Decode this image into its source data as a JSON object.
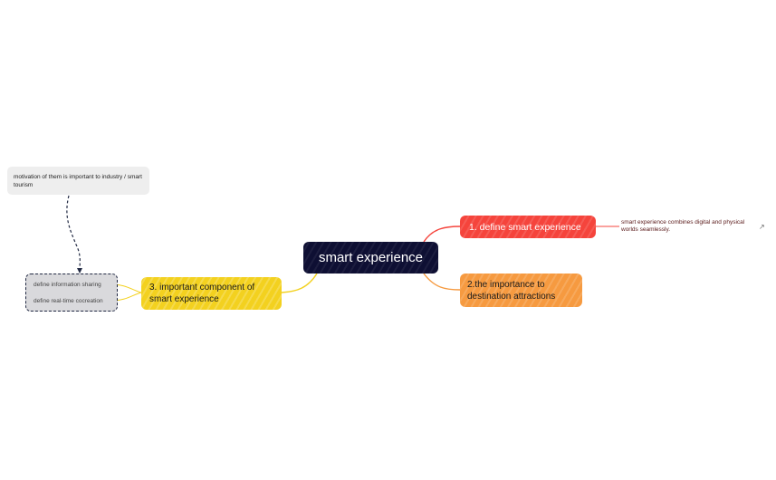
{
  "central": {
    "label": "smart experience"
  },
  "branches": [
    {
      "id": "b1",
      "label": "1. define smart experience",
      "color": "#f5443c",
      "detail": "smart experience combines digital and physical worlds seamlessly.",
      "detail_icon": "external-link-icon"
    },
    {
      "id": "b2",
      "label": "2.the importance to destination attractions",
      "color": "#f69a40"
    },
    {
      "id": "b3",
      "label": "3. important component of smart experience",
      "color": "#f3d11f",
      "children": [
        {
          "label": "define information sharing"
        },
        {
          "label": "define real-time cocreation"
        }
      ],
      "note": "motivation of them is important to industry / smart tourism"
    }
  ],
  "colors": {
    "central_bg": "#0e0f33",
    "note_bg": "#eeeeee",
    "summary_bg": "#d9d9dc"
  }
}
